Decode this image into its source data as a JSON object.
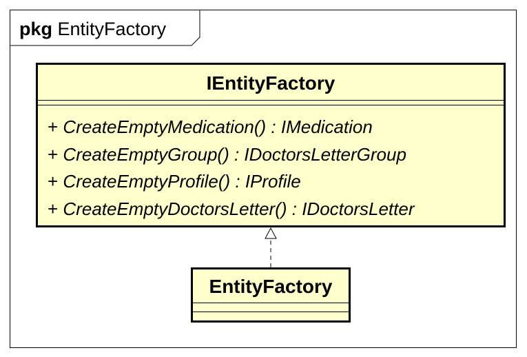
{
  "package": {
    "keyword": "pkg",
    "name": "EntityFactory"
  },
  "interface": {
    "name": "IEntityFactory",
    "operations": [
      {
        "visibility": "+",
        "signature": "CreateEmptyMedication() : IMedication"
      },
      {
        "visibility": "+",
        "signature": "CreateEmptyGroup() : IDoctorsLetterGroup"
      },
      {
        "visibility": "+",
        "signature": "CreateEmptyProfile() : IProfile"
      },
      {
        "visibility": "+",
        "signature": "CreateEmptyDoctorsLetter() : IDoctorsLetter"
      }
    ]
  },
  "implementation": {
    "name": "EntityFactory"
  },
  "relationship": {
    "type": "realization",
    "from": "EntityFactory",
    "to": "IEntityFactory"
  },
  "colors": {
    "class_fill": "#ffffcc",
    "stroke": "#000000",
    "background": "#ffffff"
  }
}
